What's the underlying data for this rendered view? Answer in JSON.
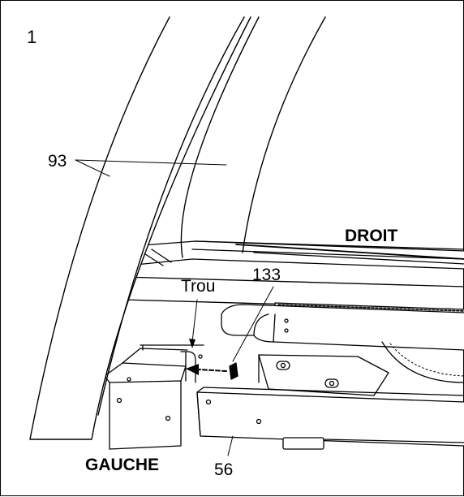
{
  "figure": {
    "step_number": "1",
    "labels": {
      "part_93": "93",
      "part_133": "133",
      "part_56": "56",
      "hole": "Trou",
      "right": "DROIT",
      "left": "GAUCHE"
    }
  }
}
